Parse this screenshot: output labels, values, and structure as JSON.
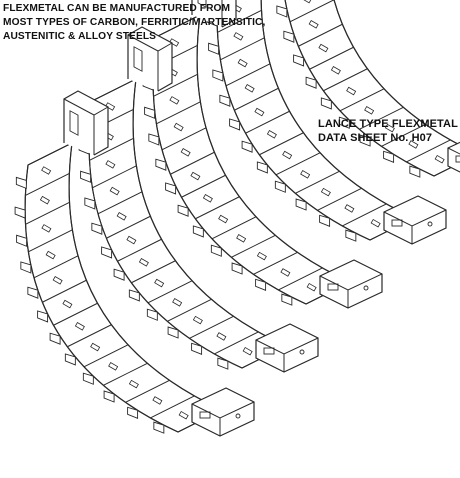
{
  "note": {
    "line1": "FLEXMETAL CAN BE MANUFACTURED FROM",
    "line2": "MOST TYPES OF CARBON, FERRITIC/MARTENSITIC,",
    "line3": "AUSTENITIC &  ALLOY STEELS"
  },
  "title": {
    "line1": "LANCE TYPE FLEXMETAL",
    "line2": "DATA SHEET No. H07"
  },
  "drawing": {
    "subject": "lance-type-flexmetal-refractory-anchor-strips",
    "strip_count": 5,
    "line_color": "#2a2a2a",
    "fill_color": "#ffffff"
  }
}
